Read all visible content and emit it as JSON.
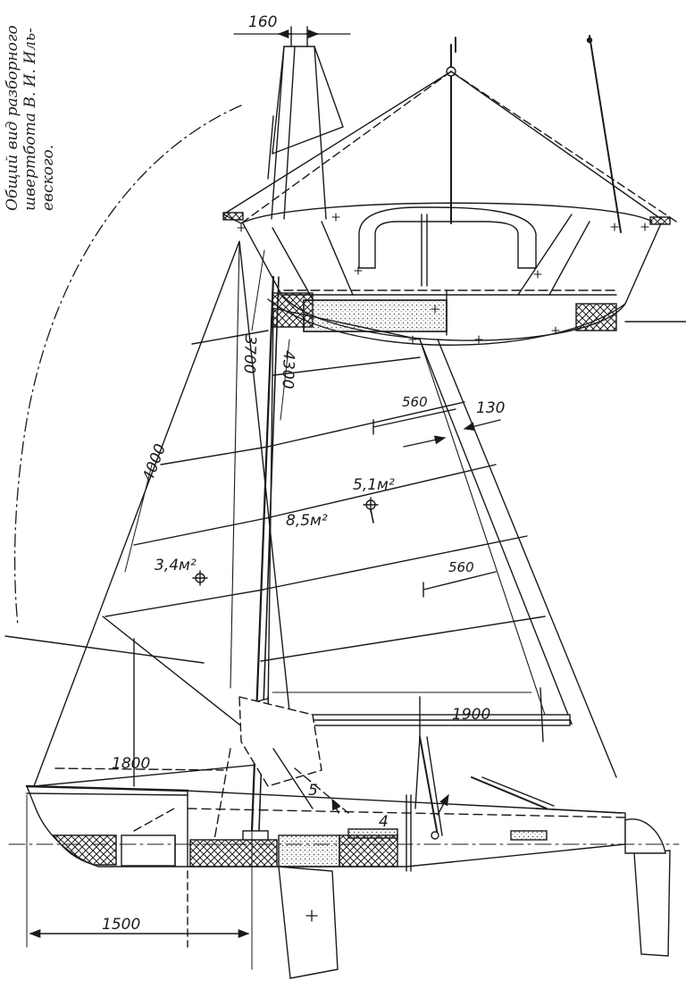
{
  "caption": {
    "line1": "Общий вид разборного",
    "line2": "швертбота   В. И. Иль-",
    "line3": "евского."
  },
  "dimensions": {
    "top_width": "160",
    "jib_luff": "4000",
    "jib_foot": "1800",
    "hoist_upper": "3700",
    "mast_height": "4300",
    "batten_upper": "560",
    "batten_lower": "560",
    "mast_gap": "130",
    "boom_length": "1900",
    "bow_length": "1500"
  },
  "areas": {
    "jib": "3,4м²",
    "total": "8,5м²",
    "main": "5,1м²"
  },
  "callouts": {
    "item_5": "5",
    "item_4": "4"
  },
  "colors": {
    "ink": "#1a1a1a",
    "hatch": "#1a1a1a"
  }
}
